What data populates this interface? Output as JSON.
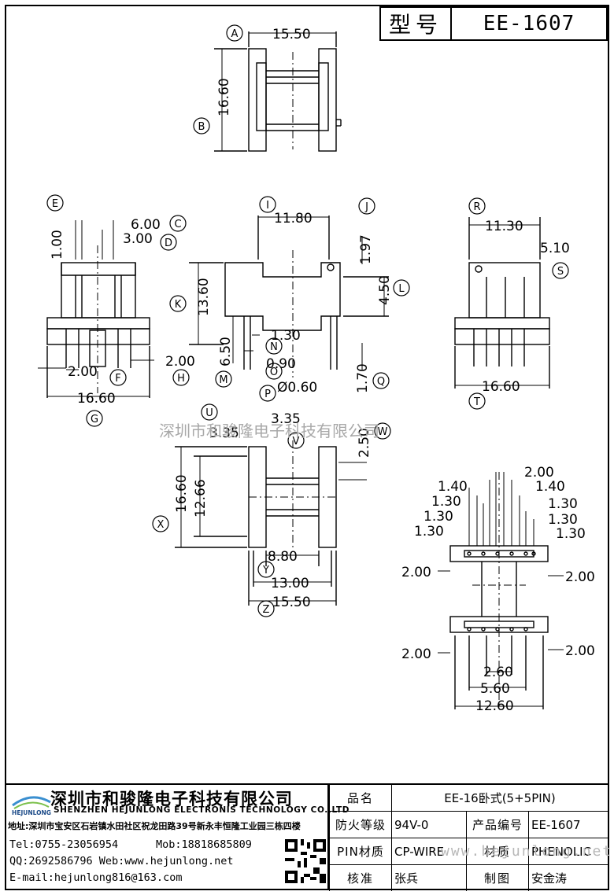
{
  "header": {
    "model_label": "型号",
    "model_value": "EE-1607"
  },
  "dimensions": {
    "a_width": "15.50",
    "b_height": "16.60",
    "c": "6.00",
    "d": "3.00",
    "e": "1.00",
    "f": "2.00",
    "h": "2.00",
    "g": "16.60",
    "i": "11.80",
    "j": "1.97",
    "k": "13.60",
    "l": "4.50",
    "m": "6.50",
    "n": "1.30",
    "o": "0.90",
    "p": "Ø0.60",
    "q": "1.70",
    "r": "11.30",
    "s": "5.10",
    "t": "16.60",
    "u": "3.35",
    "v": "3.35",
    "w": "2.50",
    "x_outer": "16.60",
    "x_inner": "12.66",
    "y": "8.80",
    "y2": "13.00",
    "z": "15.50",
    "pcb_top": "2.00",
    "pcb_left1": "1.40",
    "pcb_right1": "1.40",
    "pcb_l2": "1.30",
    "pcb_l3": "1.30",
    "pcb_l4": "1.30",
    "pcb_r2": "1.30",
    "pcb_r3": "1.30",
    "pcb_r4": "1.30",
    "pcb_side_l1": "2.00",
    "pcb_side_r1": "2.00",
    "pcb_side_l2": "2.00",
    "pcb_side_r2": "2.00",
    "pcb_b1": "2.60",
    "pcb_b2": "5.60",
    "pcb_b3": "12.60"
  },
  "callouts": [
    "A",
    "B",
    "C",
    "D",
    "E",
    "F",
    "G",
    "H",
    "I",
    "J",
    "K",
    "L",
    "M",
    "N",
    "O",
    "P",
    "Q",
    "R",
    "S",
    "T",
    "U",
    "V",
    "W",
    "X",
    "Y",
    "Z"
  ],
  "watermark": {
    "cn": "深圳市和骏隆电子科技有限公司",
    "url": "www.hejunlong.net"
  },
  "company": {
    "logo_text": "HEJUNLONG",
    "cn_name": "深圳市和骏隆电子科技有限公司",
    "en_name": "SHENZHEN HEJUNLONG ELECTRONIS TECHNOLOGY CO.,LTD",
    "address": "地址:深圳市宝安区石岩镇水田社区祝龙田路39号新永丰恒隆工业园三栋四楼",
    "tel": "Tel:0755-23056954",
    "mob": "Mob:18818685809",
    "qq_web": "QQ:2692586796 Web:www.hejunlong.net",
    "email": "E-mail:hejunlong816@163.com"
  },
  "spec": {
    "name_label": "品名",
    "name_value": "EE-16卧式(5+5PIN)",
    "fire_label": "防火等级",
    "fire_value": "94V-0",
    "code_label": "产品编号",
    "code_value": "EE-1607",
    "pin_label": "PIN材质",
    "pin_value": "CP-WIRE",
    "mat_label": "材质",
    "mat_value": "PHENOLIC",
    "check_label": "核准",
    "check_value": "张兵",
    "draw_label": "制图",
    "draw_value": "安金涛"
  }
}
